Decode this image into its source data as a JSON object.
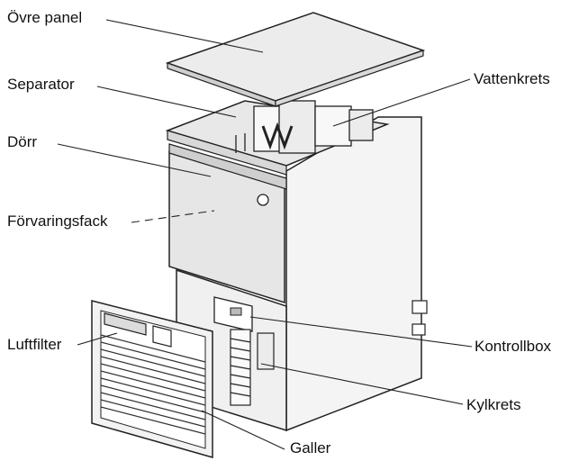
{
  "labels": {
    "ovre_panel": "Övre panel",
    "separator": "Separator",
    "dorr": "Dörr",
    "forvaringsfack": "Förvaringsfack",
    "luftfilter": "Luftfilter",
    "vattenkrets": "Vattenkrets",
    "kontrollbox": "Kontrollbox",
    "kylkrets": "Kylkrets",
    "galler": "Galler"
  }
}
